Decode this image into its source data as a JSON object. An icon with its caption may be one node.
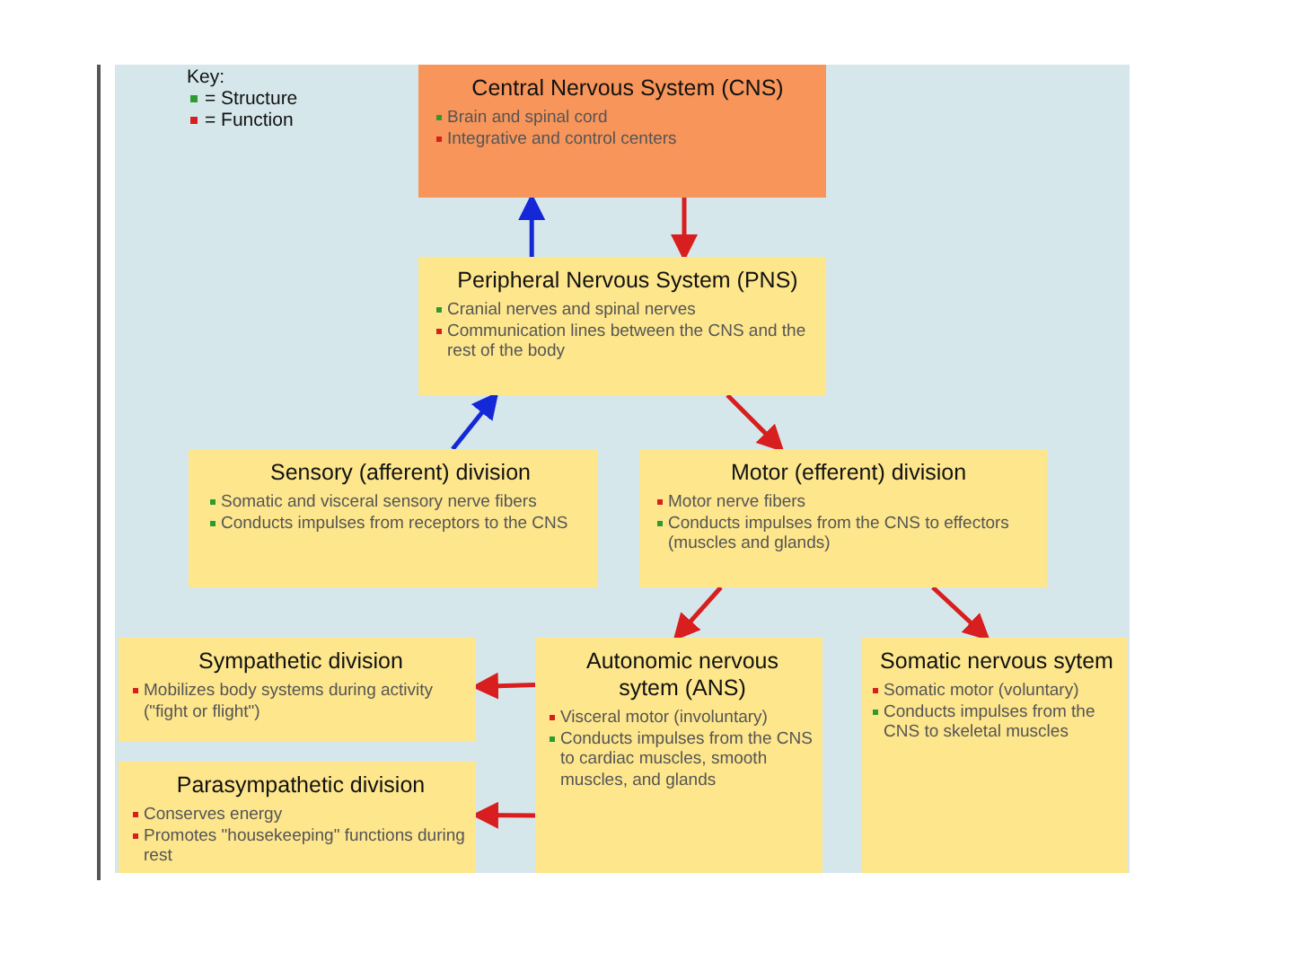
{
  "diagram": {
    "nodes": [
      {
        "text": [
          "Central Nervous System (CNS)",
          "Brain and spinal cord",
          "Integrative and control centers"
        ]
      },
      {
        "text": [
          "Peripheral Nervous System (PNS)",
          "Cranial nerves and spinal nerves",
          "Communication lines between the CNS and the rest of the body"
        ]
      },
      {
        "text": [
          "Sensory (afferent) division",
          "Somatic and visceral sensory nerve fibers",
          "Conducts impulses from receptors to the CNS"
        ]
      },
      {
        "text": [
          "Motor (efferent) division",
          "Motor nerve fibers",
          "Conducts impulses from the CNS to effectors (muscles and glands)"
        ]
      },
      {
        "text": [
          "Sympathetic division",
          "Mobilizes body systems during activity (\"fight or flight\")"
        ]
      },
      {
        "text": [
          "Autonomic nervous sytem (ANS)",
          "Visceral motor (involuntary)",
          "Conducts impulses from the CNS to cardiac muscles, smooth muscles, and glands"
        ]
      },
      {
        "text": [
          "Somatic nervous sytem",
          "Somatic motor (voluntary)",
          "Conducts impulses from the CNS to skeletal muscles"
        ]
      },
      {
        "text": [
          "Parasympathetic division",
          "Conserves energy",
          "Promotes \"housekeeping\" functions during rest"
        ]
      }
    ],
    "edges": [
      {
        "from": 1,
        "to": 0,
        "arrow": "to",
        "color": "#1428d8"
      },
      {
        "from": 0,
        "to": 1,
        "arrow": "to"
      },
      {
        "from": 2,
        "to": 1,
        "arrow": "to",
        "color": "#1428d8"
      },
      {
        "from": 1,
        "to": 3,
        "arrow": "to"
      },
      {
        "from": 3,
        "to": 5,
        "arrow": "to"
      },
      {
        "from": 3,
        "to": 6,
        "arrow": "to"
      },
      {
        "from": 5,
        "to": 4,
        "arrow": "to"
      },
      {
        "from": 5,
        "to": 7,
        "arrow": "to"
      }
    ],
    "labels": [
      "Key:"
    ],
    "legend": [
      {
        "text": "= Structure",
        "color": "#2f9a2f"
      },
      {
        "text": "= Function",
        "color": "#d81e1e"
      }
    ]
  }
}
